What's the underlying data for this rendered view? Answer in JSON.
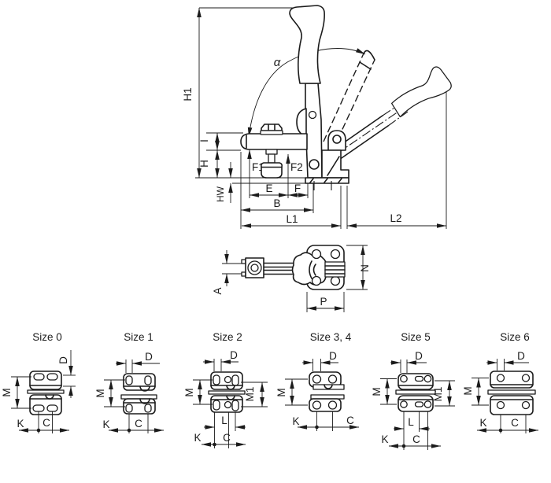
{
  "colors": {
    "ink": "#1b1b1b",
    "background": "#ffffff"
  },
  "front_view": {
    "labels": {
      "h1": "H1",
      "i": "I",
      "h": "H",
      "hw": "HW",
      "f1": "F1",
      "f2": "F2",
      "alpha": "α",
      "e": "E",
      "f": "F",
      "b": "B",
      "l1": "L1",
      "l2": "L2"
    }
  },
  "top_view": {
    "labels": {
      "a": "A",
      "n": "N",
      "p": "P"
    }
  },
  "footprints": [
    {
      "title": "Size 0",
      "labels": {
        "d": "D",
        "m": "M",
        "k": "K",
        "c": "C"
      }
    },
    {
      "title": "Size 1",
      "labels": {
        "d": "D",
        "m": "M",
        "k": "K",
        "c": "C"
      }
    },
    {
      "title": "Size 2",
      "labels": {
        "d": "D",
        "m": "M",
        "m1": "M1",
        "l": "L",
        "k": "K",
        "c": "C"
      }
    },
    {
      "title": "Size 3, 4",
      "labels": {
        "d": "D",
        "m": "M",
        "k": "K",
        "c": "C"
      }
    },
    {
      "title": "Size 5",
      "labels": {
        "d": "D",
        "m": "M",
        "m1": "M1",
        "l": "L",
        "k": "K",
        "c": "C"
      }
    },
    {
      "title": "Size 6",
      "labels": {
        "d": "D",
        "m": "M",
        "k": "K",
        "c": "C"
      }
    }
  ]
}
